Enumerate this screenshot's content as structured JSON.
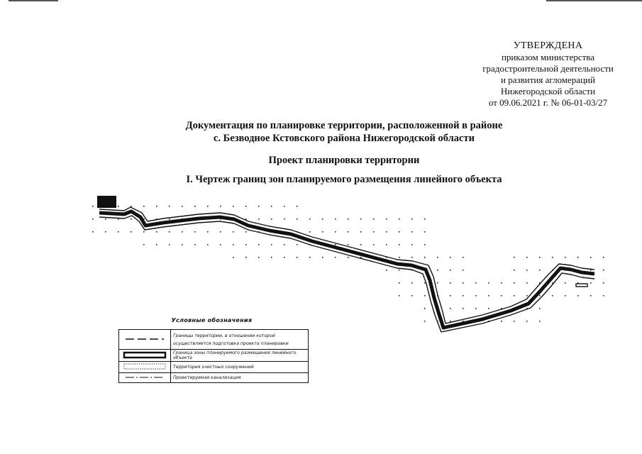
{
  "approval": {
    "heading": "УТВЕРЖДЕНА",
    "lines": [
      "приказом министерства",
      "градостроительной деятельности",
      "и развития агломераций",
      "Нижегородской области",
      "от  09.06.2021 г. № 06-01-03/27"
    ]
  },
  "document": {
    "title_line1": "Документация по планировке территории, расположенной в районе",
    "title_line2": "с. Безводное Кстовского района Нижегородской области",
    "subtitle": "Проект планировки территории",
    "section": "I. Чертеж границ зон планируемого размещения линейного объекта"
  },
  "legend": {
    "title": "Условные обозначения",
    "items": [
      {
        "symbol": "dashed-line",
        "label_line1": "Границы территории, в отношении которой",
        "label_line2": "осуществляется подготовка проекта планировки"
      },
      {
        "symbol": "thick-rectangle",
        "label_line1": "Граница зоны планируемого размещения линейного объекта"
      },
      {
        "symbol": "dotted-rectangle",
        "label_line1": "Территория очистных сооружений"
      },
      {
        "symbol": "sewer-line",
        "label_line1": "Проектируемая канализация"
      }
    ]
  },
  "colors": {
    "ink": "#111111",
    "paper": "#ffffff"
  }
}
